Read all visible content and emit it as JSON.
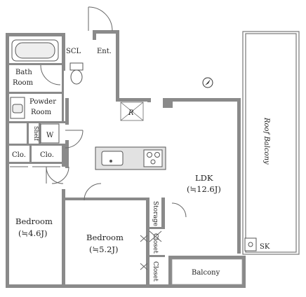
{
  "rooms": {
    "scl": "SCL",
    "entrance": "Ent.",
    "bath_line1": "Bath",
    "bath_line2": "Room",
    "powder_line1": "Powder",
    "powder_line2": "Room",
    "shelf": "Shelf",
    "washer": "W",
    "refrigerator": "R",
    "closet_left": "Clo.",
    "closet_right": "Clo.",
    "ldk": "LDK",
    "ldk_size": "(≒12.6J)",
    "bedroom1": "Bedroom",
    "bedroom1_size": "(≒4.6J)",
    "bedroom2": "Bedroom",
    "bedroom2_size": "(≒5.2J)",
    "storage": "Storage",
    "closet_a": "Closet",
    "closet_b": "Closet",
    "balcony": "Balcony",
    "roof_balcony": "Roof Balcony",
    "sk": "SK"
  },
  "icons": [
    "compass-icon",
    "bathtub-icon",
    "toilet-icon",
    "sink-icon",
    "stove-icon"
  ],
  "colors": {
    "wall": "#7a7a7a",
    "fixture_fill": "#dddddd",
    "line": "#555555"
  }
}
